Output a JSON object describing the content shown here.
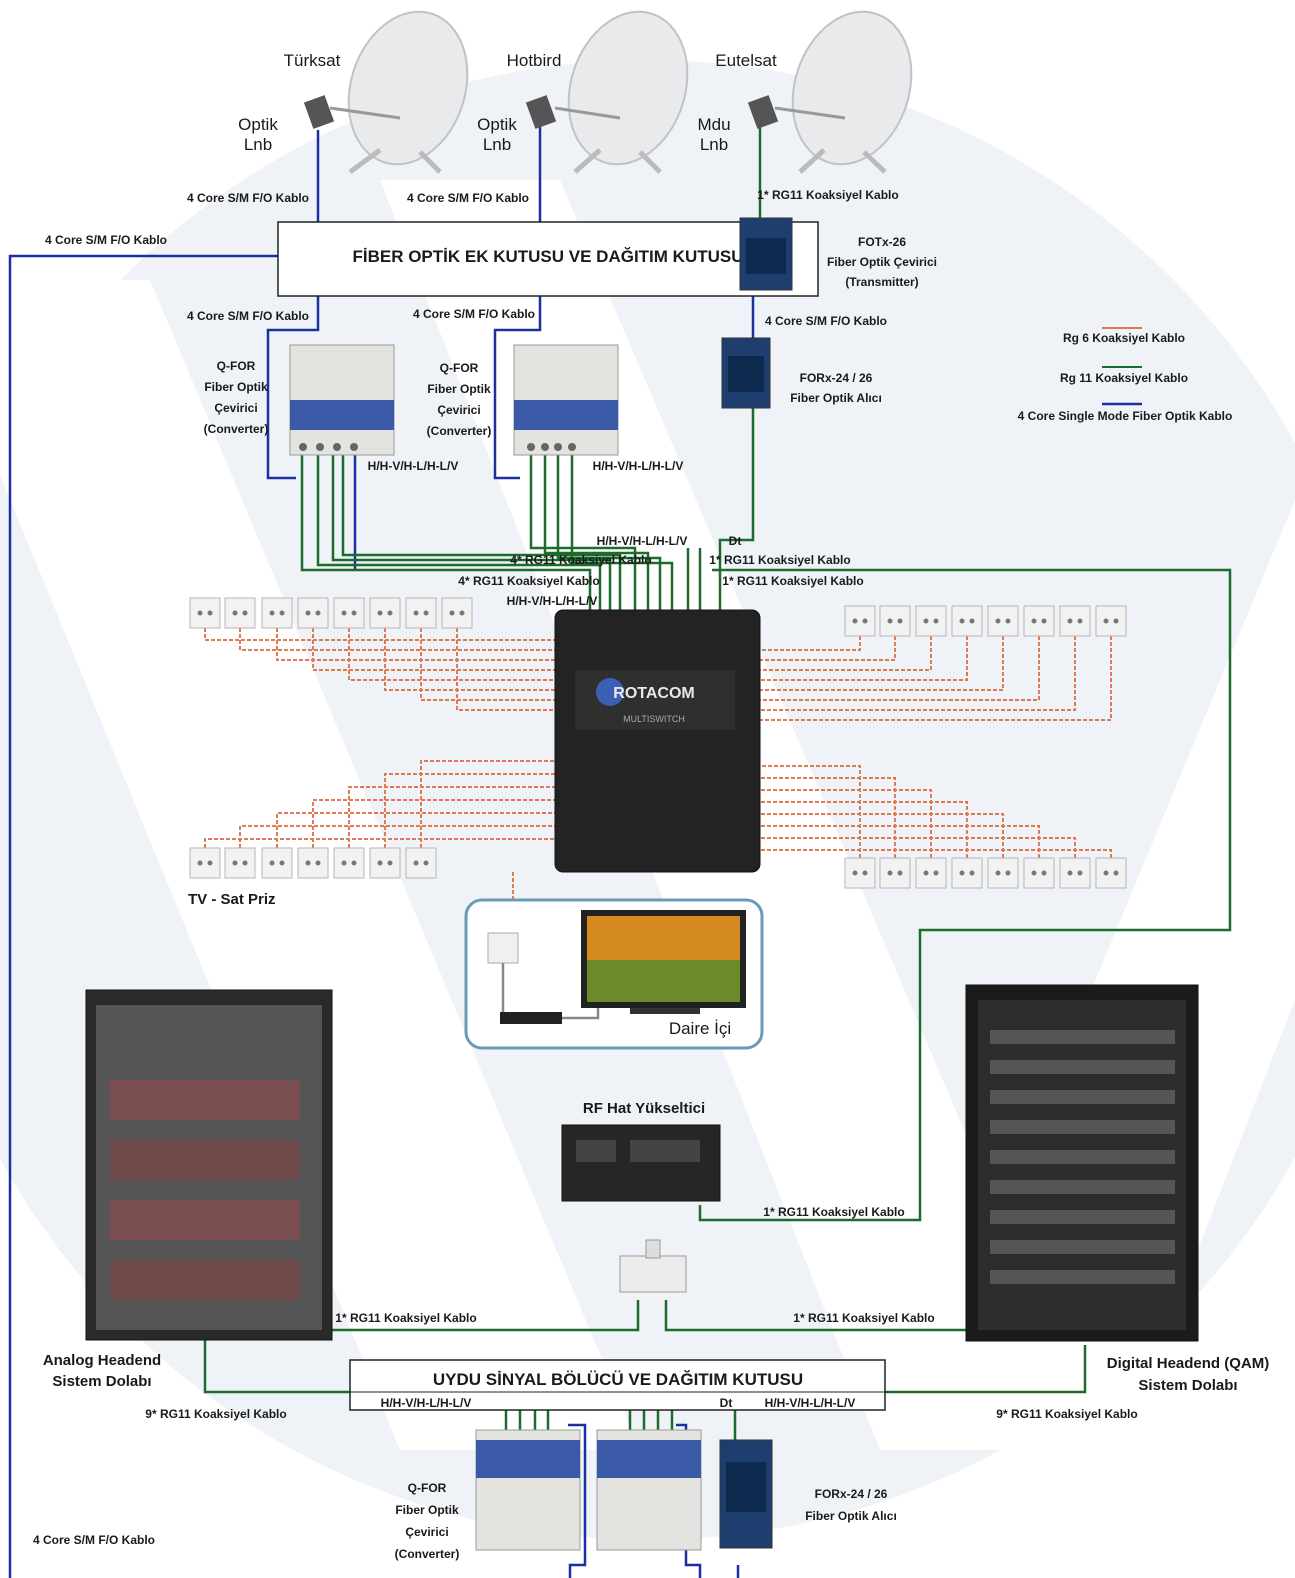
{
  "satellites": [
    {
      "name": "Türksat",
      "lnb": [
        "Optik",
        "Lnb"
      ]
    },
    {
      "name": "Hotbird",
      "lnb": [
        "Optik",
        "Lnb"
      ]
    },
    {
      "name": "Eutelsat",
      "lnb": [
        "Mdu",
        "Lnb"
      ]
    }
  ],
  "boxes": {
    "fiber_box": "FİBER OPTİK EK KUTUSU VE DAĞITIM KUTUSU",
    "splitter_box": "UYDU SİNYAL BÖLÜCÜ VE DAĞITIM KUTUSU"
  },
  "devices": {
    "fotx": [
      "FOTx-26",
      "Fiber Optik Çevirici",
      "(Transmitter)"
    ],
    "forx_top": [
      "FORx-24 / 26",
      "Fiber Optik Alıcı"
    ],
    "forx_bottom": [
      "FORx-24 / 26",
      "Fiber Optik Alıcı"
    ],
    "qfor_left": [
      "Q-FOR",
      "Fiber Optik",
      "Çevirici",
      "(Converter)"
    ],
    "qfor_mid": [
      "Q-FOR",
      "Fiber Optik",
      "Çevirici",
      "(Converter)"
    ],
    "qfor_bottom": [
      "Q-FOR",
      "Fiber Optik",
      "Çevirici",
      "(Converter)"
    ],
    "rf_amp": "RF Hat Yükseltici",
    "analog": [
      "Analog Headend",
      "Sistem Dolabı"
    ],
    "digital": [
      "Digital Headend (QAM)",
      "Sistem Dolabı"
    ],
    "tv_sat": "TV - Sat Priz",
    "daire": "Daire İçi"
  },
  "cables": {
    "c1": "4 Core S/M F/O Kablo",
    "c2": "4 Core S/M F/O Kablo",
    "c3": "1* RG11 Koaksiyel Kablo",
    "c4": "4 Core S/M F/O Kablo",
    "c5": "4 Core S/M F/O Kablo",
    "c6": "4 Core S/M F/O Kablo",
    "c7": "4 Core S/M F/O Kablo",
    "c8": "H/H-V/H-L/H-L/V",
    "c9": "H/H-V/H-L/H-L/V",
    "c10": "H/H-V/H-L/H-L/V",
    "c11": "Dt",
    "c12": "4* RG11 Koaksiyel Kablo",
    "c13": "1* RG11 Koaksiyel Kablo",
    "c14": "4* RG11 Koaksiyel Kablo",
    "c15": "1* RG11 Koaksiyel Kablo",
    "c16": "H/H-V/H-L/H-L/V",
    "c17": "1* RG11 Koaksiyel Kablo",
    "c18": "1* RG11 Koaksiyel Kablo",
    "c19": "1* RG11 Koaksiyel Kablo",
    "c20": "9* RG11 Koaksiyel Kablo",
    "c21": "9* RG11 Koaksiyel Kablo",
    "c22": "H/H-V/H-L/H-L/V",
    "c23": "Dt",
    "c24": "H/H-V/H-L/H-L/V",
    "c25": "4 Core S/M F/O Kablo"
  },
  "legend": [
    {
      "label": "Rg 6 Koaksiyel Kablo",
      "color": "#e07a52"
    },
    {
      "label": "Rg 11 Koaksiyel Kablo",
      "color": "#1e6b2e"
    },
    {
      "label": "4 Core Single Mode Fiber Optik Kablo",
      "color": "#1c2fa0"
    }
  ],
  "multiswitch": {
    "brand": "ROTACOM",
    "sub": "MULTISWITCH"
  }
}
